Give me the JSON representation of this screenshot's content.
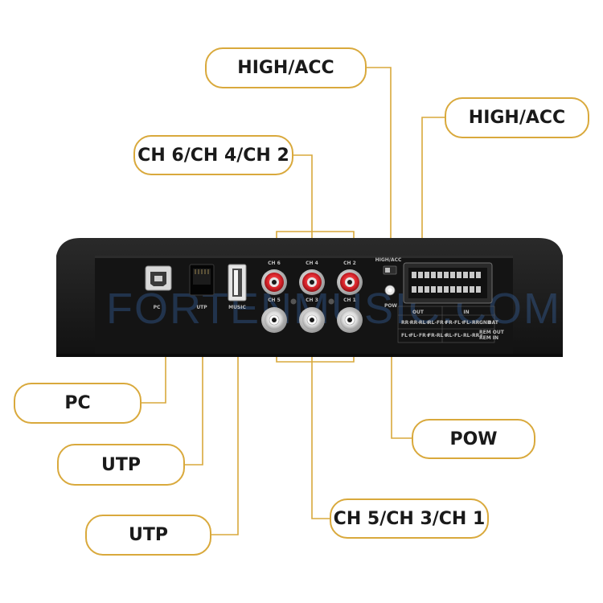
{
  "callouts": {
    "high_acc_top": "HIGH/ACC",
    "high_acc_right": "HIGH/ACC",
    "ch_upper": "CH 6/CH 4/CH 2",
    "pc": "PC",
    "utp_1": "UTP",
    "utp_2": "UTP",
    "pow": "POW",
    "ch_lower": "CH 5/CH 3/CH 1"
  },
  "device": {
    "jack_labels_top": [
      "CH 6",
      "CH 4",
      "CH 2"
    ],
    "jack_labels_bottom": [
      "CH 5",
      "CH 3",
      "CH 1"
    ],
    "switch_label": "HIGH/ACC",
    "pow_label": "POW",
    "port_labels": [
      "PC",
      "UTP",
      "MUSIC"
    ],
    "pin_header": {
      "group_labels": [
        "OUT",
        "IN"
      ],
      "row1": [
        "RR+",
        "RR-",
        "RL+",
        "RL-",
        "FR+",
        "FR-",
        "FL+",
        "FL-",
        "RR",
        "GND",
        "BAT"
      ],
      "row2": [
        "FL+",
        "FL-",
        "FR+",
        "FR-",
        "RL+",
        "RL-",
        "FL-",
        "RL-",
        "RR+",
        "REM OUT",
        "REM IN"
      ]
    },
    "watermark": "FORTENMUSIC.COM"
  },
  "colors": {
    "callout_border": "#d9a93c",
    "leader_line": "#d9a93c",
    "device_body": "#1b1b1b",
    "rca_red": "#d8232a",
    "rca_white": "#e9e9e9",
    "watermark": "#3f77c4"
  }
}
